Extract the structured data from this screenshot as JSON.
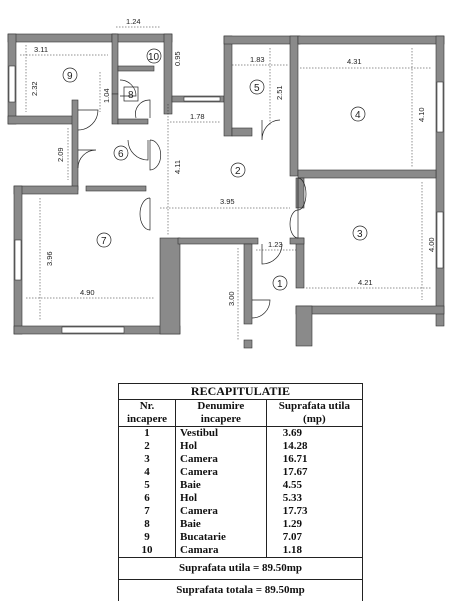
{
  "plan": {
    "dimensions": [
      "1.24",
      "0.95",
      "3.11",
      "2.32",
      "1.04",
      "2.09",
      "1.83",
      "2.51",
      "4.31",
      "4.10",
      "1.78",
      "4.11",
      "3.95",
      "1.23",
      "3.96",
      "4.90",
      "3.00",
      "4.21",
      "4.00"
    ],
    "room_numbers": [
      "1",
      "2",
      "3",
      "4",
      "5",
      "6",
      "7",
      "8",
      "9",
      "10"
    ]
  },
  "recap": {
    "title": "RECAPITULATIE",
    "header_nr": "Nr. incapere",
    "header_name": "Denumire incapere",
    "header_area": "Suprafata utila (mp)",
    "rows": [
      {
        "nr": "1",
        "name": "Vestibul",
        "area": "3.69"
      },
      {
        "nr": "2",
        "name": "Hol",
        "area": "14.28"
      },
      {
        "nr": "3",
        "name": "Camera",
        "area": "16.71"
      },
      {
        "nr": "4",
        "name": "Camera",
        "area": "17.67"
      },
      {
        "nr": "5",
        "name": "Baie",
        "area": "4.55"
      },
      {
        "nr": "6",
        "name": "Hol",
        "area": "5.33"
      },
      {
        "nr": "7",
        "name": "Camera",
        "area": "17.73"
      },
      {
        "nr": "8",
        "name": "Baie",
        "area": "1.29"
      },
      {
        "nr": "9",
        "name": "Bucatarie",
        "area": "7.07"
      },
      {
        "nr": "10",
        "name": "Camara",
        "area": "1.18"
      }
    ],
    "total_useful": "Suprafata utila = 89.50mp",
    "total_overall": "Suprafata totala = 89.50mp"
  }
}
